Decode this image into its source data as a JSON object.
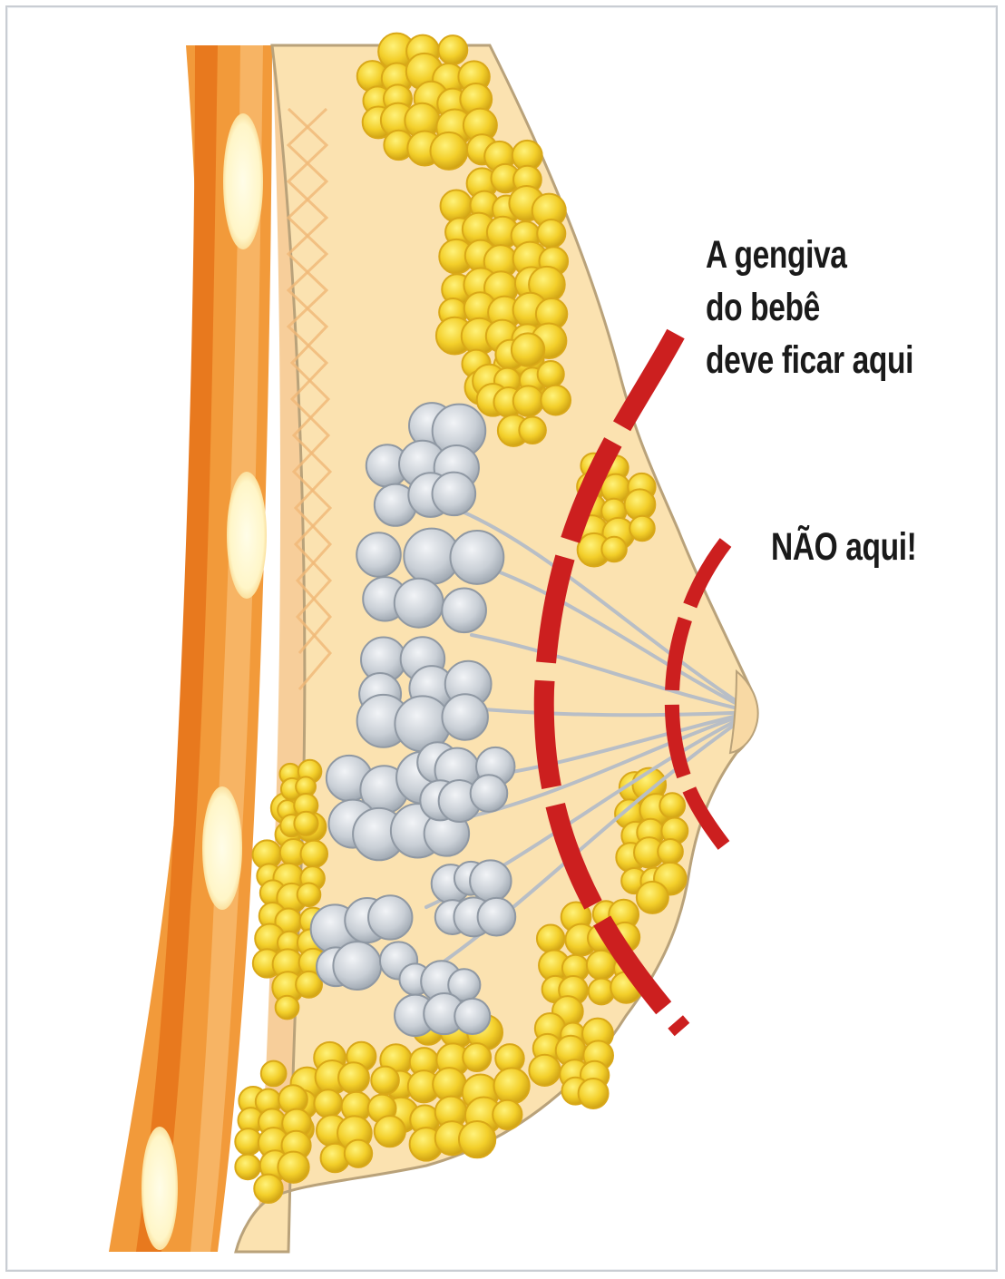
{
  "labels": {
    "correct_position": [
      "A gengiva",
      "do bebê",
      "deve ficar aqui"
    ],
    "wrong_position": "NÃO aqui!"
  },
  "colors": {
    "background": "#ffffff",
    "breast_tissue": "#fbe2b0",
    "chest_wall": "#f29a3a",
    "fat_lobules": "#f3cf2a",
    "milk_glands": "#c9cfd6",
    "latch_marker": "#cc1f1f"
  },
  "icons": [
    "breast-anatomy-illustration"
  ]
}
